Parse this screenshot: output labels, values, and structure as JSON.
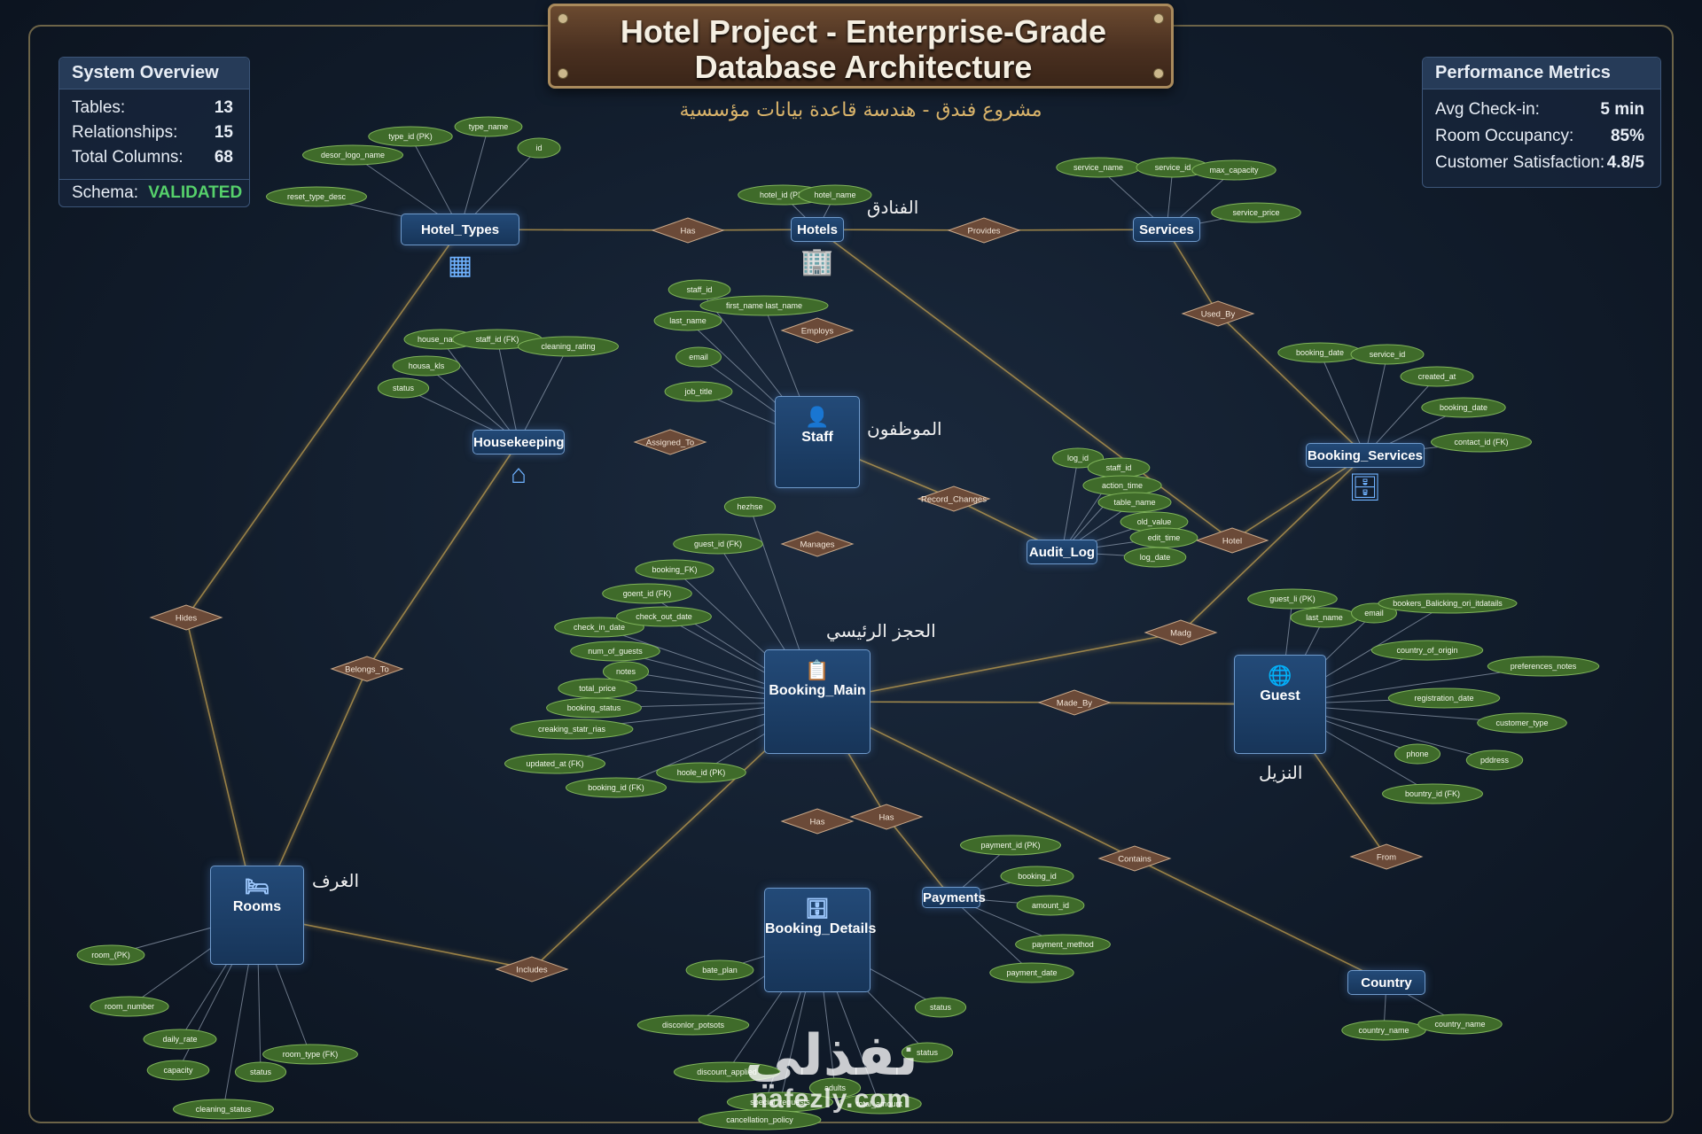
{
  "title": {
    "line1": "Hotel Project - Enterprise-Grade",
    "line2": "Database Architecture"
  },
  "subtitle_ar": "مشروع فندق - هندسة قاعدة بيانات مؤسسية",
  "system_overview": {
    "title": "System Overview",
    "rows": [
      {
        "label": "Tables:",
        "value": "13"
      },
      {
        "label": "Relationships:",
        "value": "15"
      },
      {
        "label": "Total Columns:",
        "value": "68"
      }
    ],
    "schema_label": "Schema:",
    "schema_value": "VALIDATED"
  },
  "performance_metrics": {
    "title": "Performance Metrics",
    "rows": [
      {
        "label": "Avg Check-in:",
        "value": "5 min"
      },
      {
        "label": "Room Occupancy:",
        "value": "85%"
      },
      {
        "label": "Customer Satisfaction:",
        "value": "4.8/5"
      }
    ]
  },
  "colors": {
    "attr_fill": "#3f6b2a",
    "attr_stroke": "#7fb35a",
    "rel_fill": "#6b4a38",
    "entity": "#1d3f68",
    "line": "#a9b6c8",
    "glow": "#f3c35a"
  },
  "entities": [
    {
      "id": "hotel_types",
      "name": "Hotel_Types",
      "icon": "building-icon"
    },
    {
      "id": "hotels",
      "name": "Hotels",
      "label_ar": "الفنادق",
      "icon": "hotel-icon"
    },
    {
      "id": "services",
      "name": "Services"
    },
    {
      "id": "housekeeping",
      "name": "Housekeeping",
      "icon": "cleaning-icon"
    },
    {
      "id": "staff",
      "name": "Staff",
      "label_ar": "الموظفون",
      "icon": "person-icon"
    },
    {
      "id": "booking_services",
      "name": "Booking_Services",
      "icon": "database-icon"
    },
    {
      "id": "audit_log",
      "name": "Audit_Log"
    },
    {
      "id": "booking_main",
      "name": "Booking_Main",
      "label_ar": "الحجز الرئيسي",
      "icon": "clipboard-icon"
    },
    {
      "id": "guest",
      "name": "Guest",
      "label_ar": "النزيل",
      "icon": "globe-icon"
    },
    {
      "id": "rooms",
      "name": "Rooms",
      "label_ar": "الغرف",
      "icon": "bed-icon"
    },
    {
      "id": "booking_details",
      "name": "Booking_Details",
      "icon": "database-icon"
    },
    {
      "id": "payments",
      "name": "Payments"
    },
    {
      "id": "country",
      "name": "Country"
    }
  ],
  "relationships": [
    "Has",
    "Provides",
    "Employs",
    "Used_By",
    "Assigned_To",
    "Record_Changes",
    "Manages",
    "Hotel",
    "Hides",
    "Belongs_To",
    "Made_By",
    "Madg",
    "Has",
    "Has",
    "Contains",
    "From",
    "Includes"
  ],
  "attributes": [
    "type_id (PK)",
    "type_name",
    "desor_logo_name",
    "id",
    "reset_type_desc",
    "hotel_id (PK)",
    "hotel_name",
    "service_name",
    "service_id",
    "max_capacity",
    "service_price",
    "staff_id",
    "first_name last_name",
    "last_name",
    "email",
    "job_title",
    "house_name",
    "staff_id (FK)",
    "cleaning_rating",
    "housa_kls",
    "status",
    "booking_date",
    "service_id",
    "created_at",
    "booking_date",
    "contact_id (FK)",
    "log_id",
    "staff_id",
    "action_time",
    "table_name",
    "old_value",
    "edit_time",
    "log_date",
    "hezhse",
    "guest_id (FK)",
    "booking_FK)",
    "goent_id (FK)",
    "check_in_date",
    "check_out_date",
    "num_of_guests",
    "notes",
    "total_price",
    "booking_status",
    "creaking_statr_rias",
    "updated_at (FK)",
    "booking_id (FK)",
    "hoole_id (PK)",
    "guest_li (PK)",
    "last_name",
    "email",
    "bookers_Balicking_ori_itdatails",
    "country_of_origin",
    "preferences_notes",
    "registration_date",
    "customer_type",
    "phone",
    "pddress",
    "bountry_id (FK)",
    "room_(PK)",
    "room_number",
    "daily_rate",
    "capacity",
    "status",
    "room_type (FK)",
    "cleaning_status",
    "bate_plan",
    "disconlor_potsots",
    "discount_applied",
    "special_requests",
    "adults",
    "total_amount",
    "status",
    "cancellation_policy",
    "status",
    "payment_id (PK)",
    "booking_id",
    "amount_id",
    "payment_method",
    "payment_date",
    "country_name",
    "country_name"
  ],
  "watermark": {
    "arabic": "نفذلي",
    "latin": "nafezly.com"
  }
}
